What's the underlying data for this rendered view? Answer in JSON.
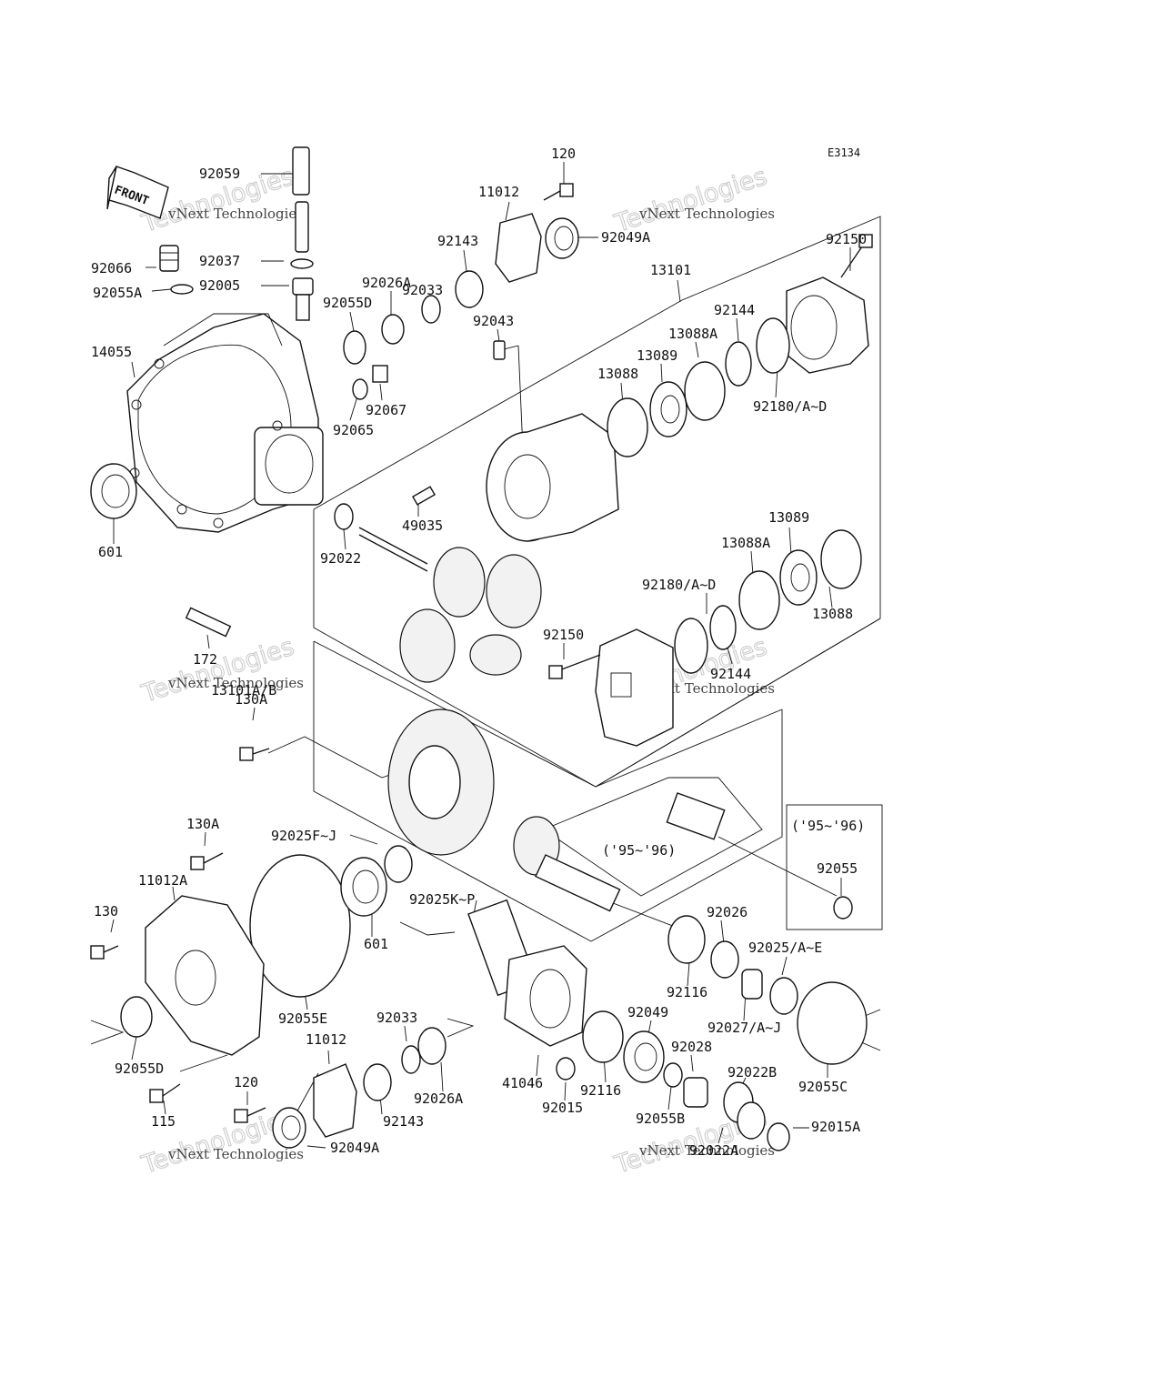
{
  "diagram": {
    "code": "E3134",
    "front_arrow": "FRONT",
    "watermark": {
      "line1": "vNext Technologies",
      "line2": "Technologies"
    },
    "labels": {
      "p92059": "92059",
      "p92066": "92066",
      "p92055A": "92055A",
      "p92037": "92037",
      "p92005": "92005",
      "p14055": "14055",
      "p601_top": "601",
      "p120_top": "120",
      "p11012_top": "11012",
      "p92049A_top": "92049A",
      "p92143_top": "92143",
      "p92033_top": "92033",
      "p92026A_top": "92026A",
      "p92055D_top": "92055D",
      "p92067": "92067",
      "p92065": "92065",
      "p92043": "92043",
      "p13101": "13101",
      "p92150_top": "92150",
      "p92144_top": "92144",
      "p13088A_top": "13088A",
      "p13089_top": "13089",
      "p13088_top": "13088",
      "p92180_top": "92180/A~D",
      "p49035": "49035",
      "p92022": "92022",
      "p13089_mid": "13089",
      "p13088A_mid": "13088A",
      "p92180_mid": "92180/A~D",
      "p13088_mid": "13088",
      "p92150_mid": "92150",
      "p92144_mid": "92144",
      "p172": "172",
      "p13101AB": "13101A/B",
      "p130A_top": "130A",
      "p130A_bot": "130A",
      "p92025FJ": "92025F~J",
      "p9596_a": "('95~'96)",
      "p9596_b": "('95~'96)",
      "p92055": "92055",
      "p11012A": "11012A",
      "p130": "130",
      "p601_bot": "601",
      "p92025KP": "92025K~P",
      "p92026": "92026",
      "p92025AE": "92025/A~E",
      "p92116_a": "92116",
      "p92055E": "92055E",
      "p92033_bot": "92033",
      "p92049": "92049",
      "p92027": "92027/A~J",
      "p11012_bot": "11012",
      "p92055D_bot": "92055D",
      "p92028": "92028",
      "p92022B": "92022B",
      "p92055C": "92055C",
      "p41046": "41046",
      "p92116_b": "92116",
      "p92015": "92015",
      "p92026A_bot": "92026A",
      "p92143_bot": "92143",
      "p120_bot": "120",
      "p115": "115",
      "p92055B": "92055B",
      "p92015A": "92015A",
      "p92022A": "92022A",
      "p92049A_bot": "92049A"
    }
  }
}
